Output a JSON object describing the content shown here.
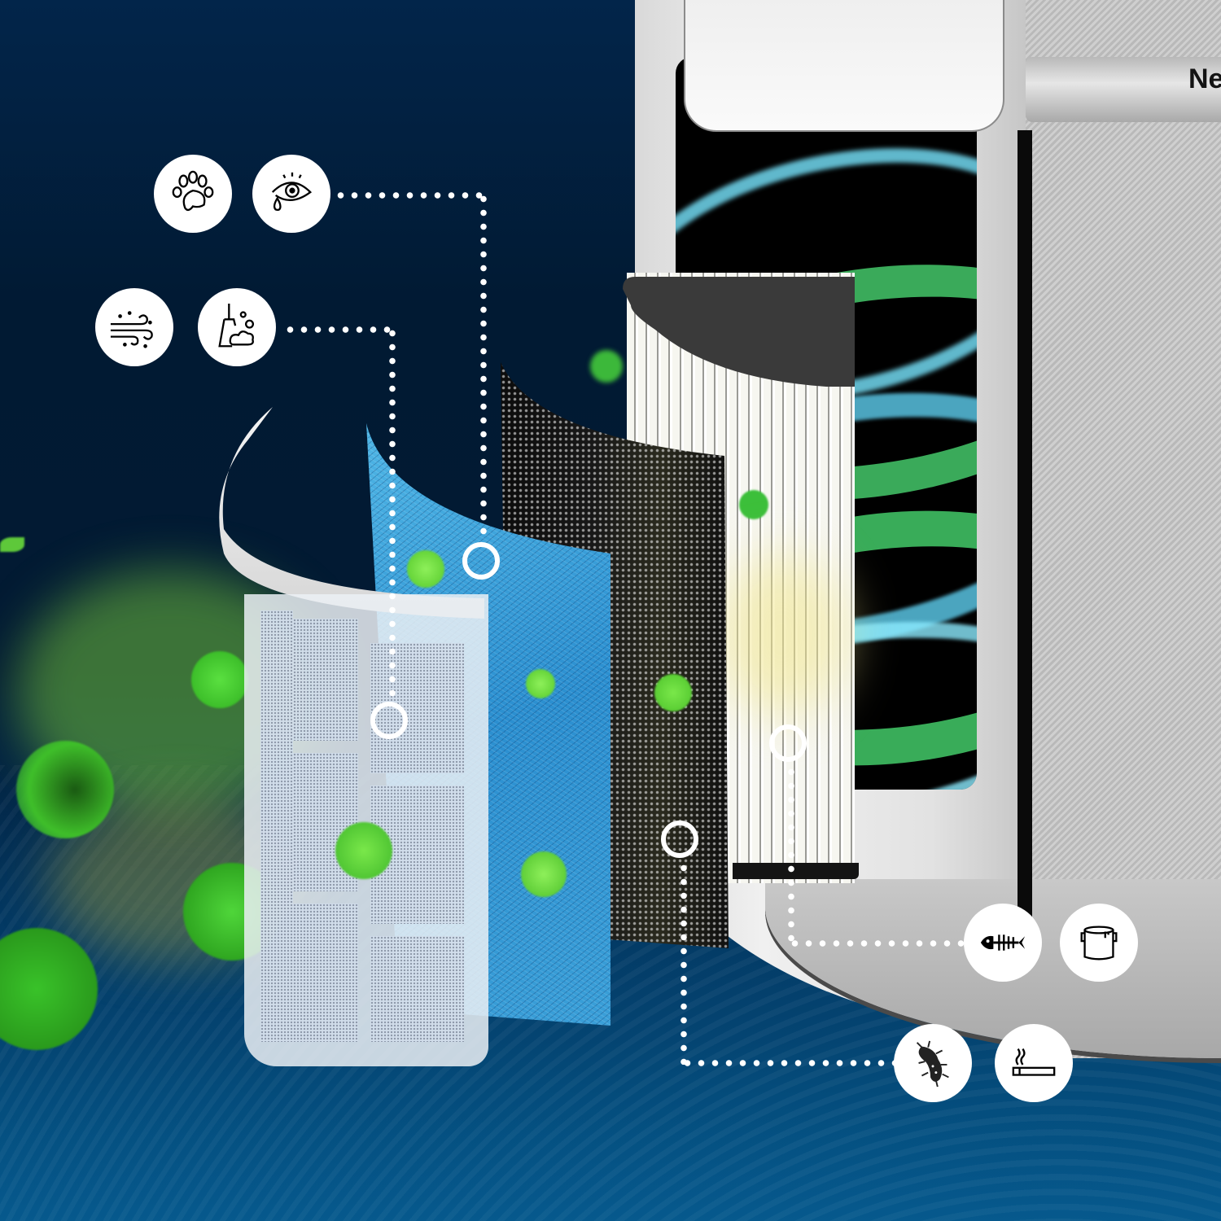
{
  "product": {
    "brand_text_visible": "Ne",
    "description": "Air purifier with exploded multi-layer filter"
  },
  "colors": {
    "background_top": "#02254a",
    "background_mid": "#011a33",
    "background_bottom": "#05507f",
    "body_silver": "#e2e2e2",
    "blue_filter": "#2b8fd0",
    "carbon_filter": "#141414",
    "hepa_filter": "#f6f6f0",
    "particle_green": "#4cd62a",
    "connector": "#ffffff"
  },
  "filter_layers": [
    {
      "name": "pre-filter",
      "description": "white frame mesh pre-filter"
    },
    {
      "name": "blue-fiber-filter",
      "description": "blue fibrous filter"
    },
    {
      "name": "activated-carbon-filter",
      "description": "black honeycomb carbon filter"
    },
    {
      "name": "hepa-filter",
      "description": "white pleated HEPA filter with dark top cap"
    }
  ],
  "icon_groups": [
    {
      "target": "blue-fiber-filter",
      "icons": [
        "paw-icon",
        "teary-eye-icon"
      ]
    },
    {
      "target": "pre-filter",
      "icons": [
        "wind-dust-icon",
        "sweeping-dust-icon"
      ]
    },
    {
      "target": "hepa-filter",
      "icons": [
        "fish-bone-odor-icon",
        "paint-bucket-icon"
      ]
    },
    {
      "target": "activated-carbon-filter",
      "icons": [
        "bacteria-virus-icon",
        "cigarette-smoke-icon"
      ]
    }
  ]
}
